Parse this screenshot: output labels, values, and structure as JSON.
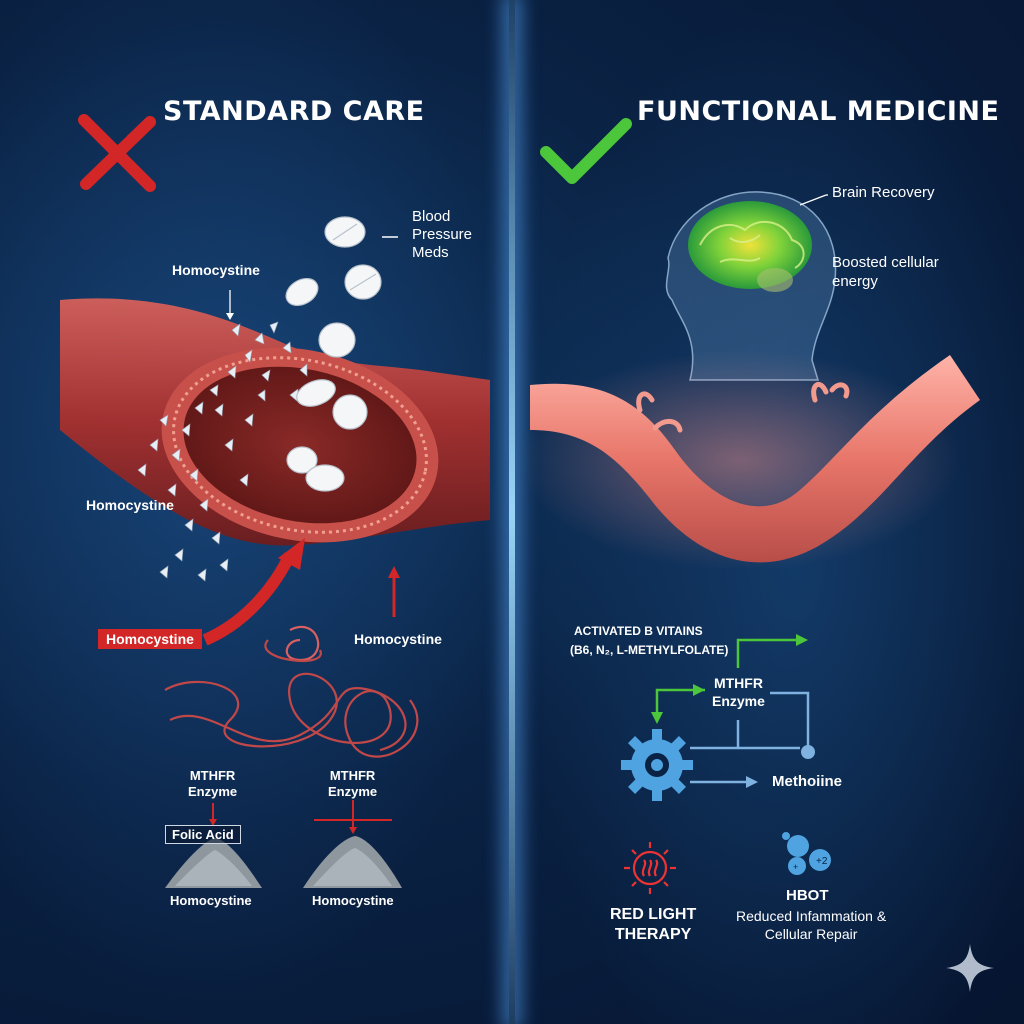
{
  "left": {
    "heading": "STANDARD CARE",
    "icon": "x-mark-icon",
    "pill_label": "Blood\nPressure\nMeds",
    "homocystine_labels": [
      "Homocystine",
      "Homocystine",
      "Homocystine",
      "Homocystine",
      "Homocystine",
      "Homocystine"
    ],
    "mthfr": "MTHFR\nEnzyme",
    "folic_acid": "Folic Acid"
  },
  "right": {
    "heading": "FUNCTIONAL MEDICINE",
    "icon": "check-mark-icon",
    "brain_recovery": "Brain Recovery",
    "cellular_energy": "Boosted cellular\nenergy",
    "vitamins_title": "ACTIVATED B VITAINS",
    "vitamins_sub": "(B6, N₂, L-METHYLFOLATE)",
    "mthfr": "MTHFR\nEnzyme",
    "methionine": "Methoiine",
    "red_light": "RED LIGHT\nTHERAPY",
    "hbot": "HBOT",
    "hbot_desc": "Reduced Infammation &\nCellular Repair"
  },
  "colors": {
    "accent_red": "#d32626",
    "accent_green": "#4cc63a",
    "vessel_red": "#b83a3a",
    "icon_blue": "#4fa3e0"
  }
}
